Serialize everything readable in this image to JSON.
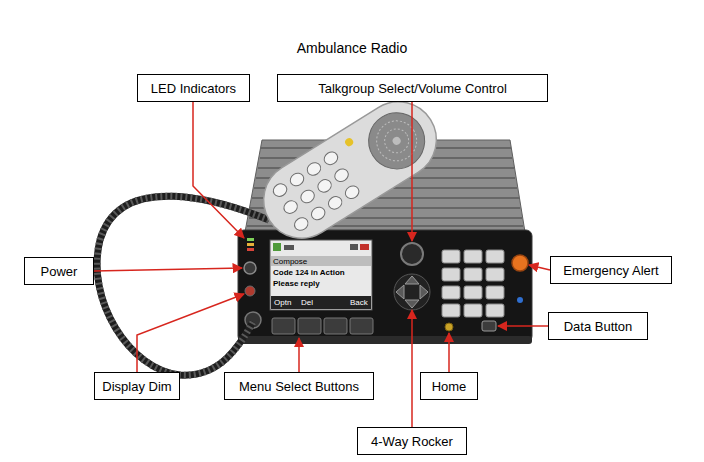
{
  "diagram": {
    "title": "Ambulance Radio",
    "nodes": [
      {
        "text": [
          "LED Indicators"
        ]
      },
      {
        "text": [
          "Talkgroup Select/Volume Control"
        ]
      },
      {
        "text": [
          "Power"
        ]
      },
      {
        "text": [
          "Emergency Alert"
        ]
      },
      {
        "text": [
          "Data Button"
        ]
      },
      {
        "text": [
          "Display Dim"
        ]
      },
      {
        "text": [
          "Menu Select Buttons"
        ]
      },
      {
        "text": [
          "Home"
        ]
      },
      {
        "text": [
          "4-Way Rocker"
        ]
      }
    ],
    "labels": [
      "Compose",
      "Code 124 in Action",
      "Please reply",
      "Optn",
      "Del",
      "Back"
    ]
  }
}
